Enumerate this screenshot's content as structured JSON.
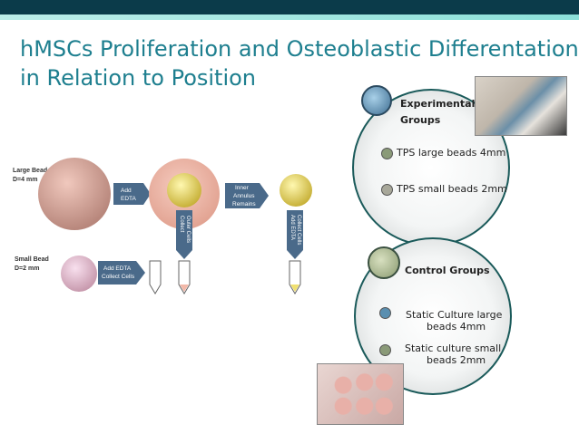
{
  "title": {
    "line1": "hMSCs Proliferation and Osteoblastic Differentation",
    "line2": "in Relation to Position"
  },
  "diagram": {
    "large_bead_label": "Large Bead",
    "large_bead_size": "D=4 mm",
    "small_bead_label": "Small Bead",
    "small_bead_size": "D=2 mm",
    "add_edta_1": "Add",
    "add_edta_2": "EDTA",
    "inner_annulus_1": "Inner",
    "inner_annulus_2": "Annulus",
    "inner_annulus_3": "Remains",
    "collect_outer_1": "Collect",
    "collect_outer_2": "Outer Cells",
    "add_edta_collect_1": "Add EDTA",
    "add_edta_collect_2": "Collect Cells",
    "small_add_edta_1": "Add EDTA",
    "small_add_edta_2": "Collect Cells"
  },
  "experimental": {
    "heading_1": "Experimental",
    "heading_2": "Groups",
    "item1": "TPS large beads 4mm",
    "item2": "TPS small beads 2mm"
  },
  "control": {
    "heading": "Control Groups",
    "item1_1": "Static Culture large",
    "item1_2": "beads 4mm",
    "item2_1": "Static culture small",
    "item2_2": "beads 2mm"
  },
  "colors": {
    "title": "#1e7f8f",
    "arrow": "#4a6a8a",
    "dot_blue": "#5a8fb0",
    "dot_green": "#8a9a78"
  }
}
